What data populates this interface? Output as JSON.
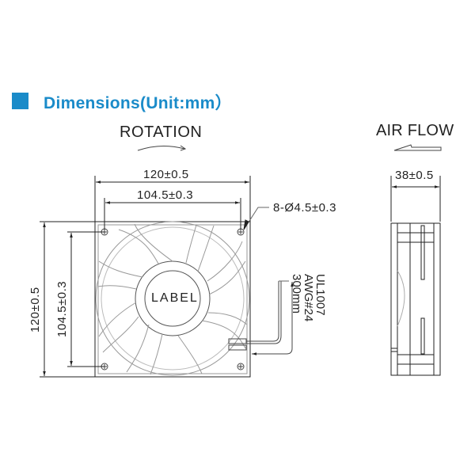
{
  "header": {
    "title": "Dimensions(Unit:mm）"
  },
  "front_view": {
    "rotation_label": "ROTATION",
    "center_label": "LABEL",
    "dim_width_outer": "120±0.5",
    "dim_width_holes": "104.5±0.3",
    "dim_height_outer": "120±0.5",
    "dim_height_holes": "104.5±0.3",
    "hole_callout": "8-Ø4.5±0.3",
    "wire_spec": [
      "UL1007",
      "AWG#24",
      "300mm"
    ]
  },
  "side_view": {
    "airflow_label": "AIR FLOW",
    "dim_depth": "38±0.5"
  },
  "colors": {
    "accent": "#1a8bc9",
    "line": "#222222",
    "light_line": "#999999"
  }
}
